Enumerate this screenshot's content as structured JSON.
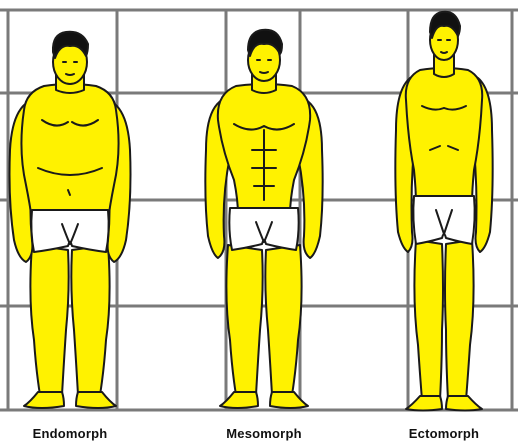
{
  "colors": {
    "skin": "#FFF200",
    "outline": "#1a1a1a",
    "hair": "#111111",
    "grid": "#7a7a7a",
    "underwear": "#ffffff",
    "background": "#ffffff"
  },
  "figures": [
    {
      "id": "endomorph",
      "label": "Endomorph"
    },
    {
      "id": "mesomorph",
      "label": "Mesomorph"
    },
    {
      "id": "ectomorph",
      "label": "Ectomorph"
    }
  ]
}
